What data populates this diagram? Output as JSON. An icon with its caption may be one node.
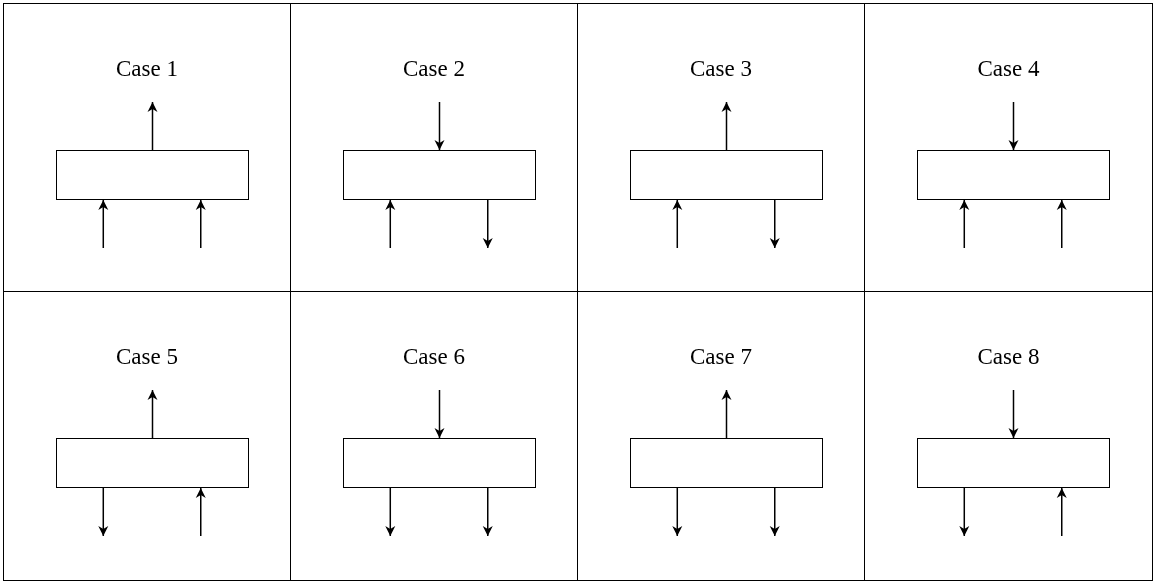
{
  "diagram": {
    "nodes": [
      {
        "text": [
          "Case 1"
        ]
      },
      {
        "text": [],
        "shape": "box",
        "in": 0
      },
      {
        "text": [
          "Case 2"
        ]
      },
      {
        "text": [],
        "shape": "box",
        "in": 2
      },
      {
        "text": [
          "Case 3"
        ]
      },
      {
        "text": [],
        "shape": "box",
        "in": 4
      },
      {
        "text": [
          "Case 4"
        ]
      },
      {
        "text": [],
        "shape": "box",
        "in": 6
      },
      {
        "text": [
          "Case 5"
        ]
      },
      {
        "text": [],
        "shape": "box",
        "in": 8
      },
      {
        "text": [
          "Case 6"
        ]
      },
      {
        "text": [],
        "shape": "box",
        "in": 10
      },
      {
        "text": [
          "Case 7"
        ]
      },
      {
        "text": [],
        "shape": "box",
        "in": 12
      },
      {
        "text": [
          "Case 8"
        ]
      },
      {
        "text": [],
        "shape": "box",
        "in": 14
      }
    ],
    "edges": [
      {
        "from": 1,
        "to": null,
        "arrow": "to"
      },
      {
        "from": null,
        "to": 1,
        "arrow": "to"
      },
      {
        "from": null,
        "to": 1,
        "arrow": "to"
      },
      {
        "from": null,
        "to": 3,
        "arrow": "to"
      },
      {
        "from": null,
        "to": 3,
        "arrow": "to"
      },
      {
        "from": 3,
        "to": null,
        "arrow": "to"
      },
      {
        "from": 5,
        "to": null,
        "arrow": "to"
      },
      {
        "from": null,
        "to": 5,
        "arrow": "to"
      },
      {
        "from": 5,
        "to": null,
        "arrow": "to"
      },
      {
        "from": null,
        "to": 7,
        "arrow": "to"
      },
      {
        "from": null,
        "to": 7,
        "arrow": "to"
      },
      {
        "from": null,
        "to": 7,
        "arrow": "to"
      },
      {
        "from": 9,
        "to": null,
        "arrow": "to"
      },
      {
        "from": 9,
        "to": null,
        "arrow": "to"
      },
      {
        "from": null,
        "to": 9,
        "arrow": "to"
      },
      {
        "from": null,
        "to": 11,
        "arrow": "to"
      },
      {
        "from": 11,
        "to": null,
        "arrow": "to"
      },
      {
        "from": 11,
        "to": null,
        "arrow": "to"
      },
      {
        "from": 13,
        "to": null,
        "arrow": "to"
      },
      {
        "from": 13,
        "to": null,
        "arrow": "to"
      },
      {
        "from": 13,
        "to": null,
        "arrow": "to"
      },
      {
        "from": null,
        "to": 15,
        "arrow": "to"
      },
      {
        "from": 15,
        "to": null,
        "arrow": "to"
      },
      {
        "from": null,
        "to": 15,
        "arrow": "to"
      }
    ]
  }
}
